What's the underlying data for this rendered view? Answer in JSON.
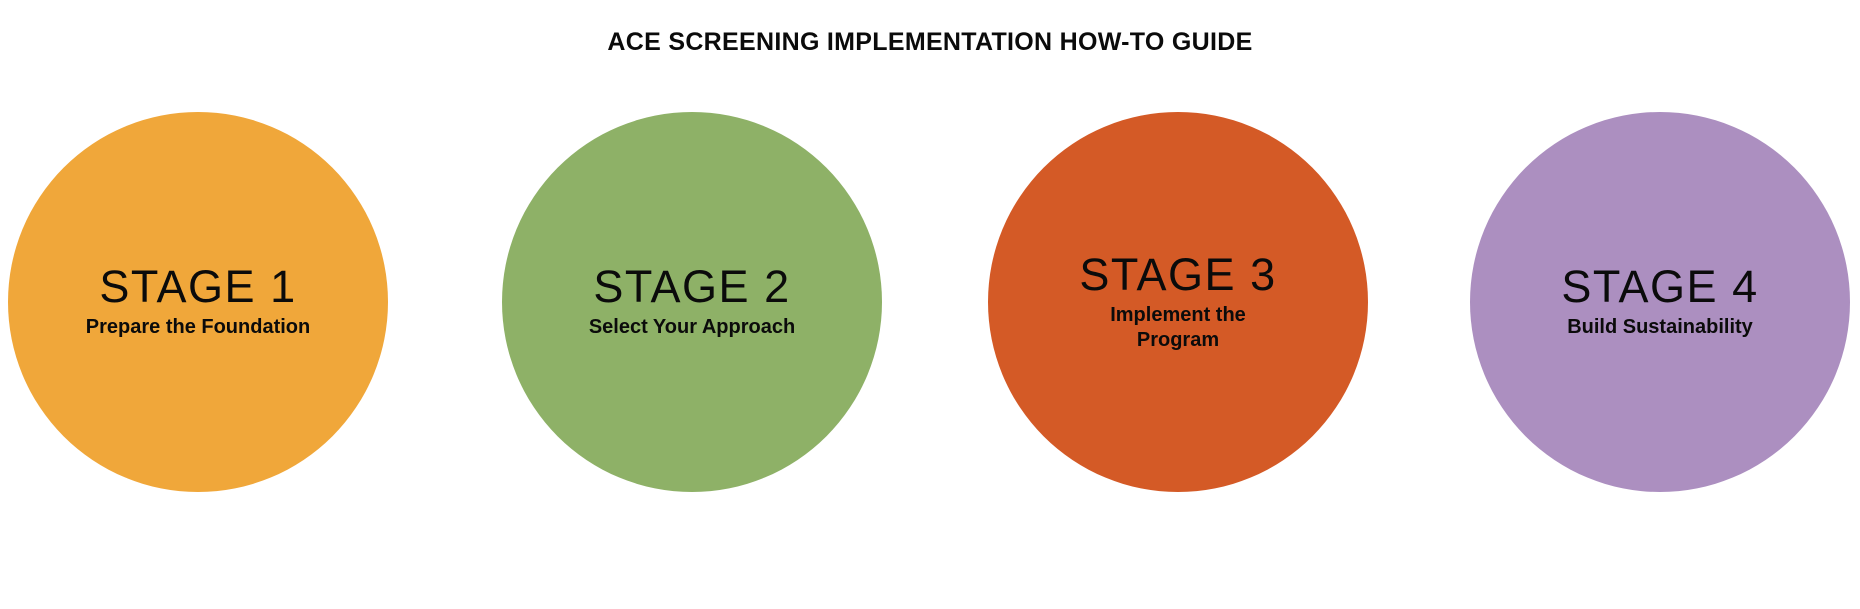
{
  "header": {
    "title": "ACE SCREENING IMPLEMENTATION HOW-TO GUIDE"
  },
  "colors": {
    "background": "#ffffff",
    "text": "#0b0b0b",
    "stage_1": "#f0a73a",
    "stage_2": "#8eb167",
    "stage_3": "#d45a26",
    "stage_4": "#ac8fc0"
  },
  "stages": [
    {
      "title": "STAGE 1",
      "subtitle": "Prepare the Foundation",
      "color": "#f0a73a"
    },
    {
      "title": "STAGE 2",
      "subtitle": "Select Your Approach",
      "color": "#8eb167"
    },
    {
      "title": "STAGE 3",
      "subtitle": "Implement the Program",
      "color": "#d45a26"
    },
    {
      "title": "STAGE 4",
      "subtitle": "Build Sustainability",
      "color": "#ac8fc0"
    }
  ]
}
